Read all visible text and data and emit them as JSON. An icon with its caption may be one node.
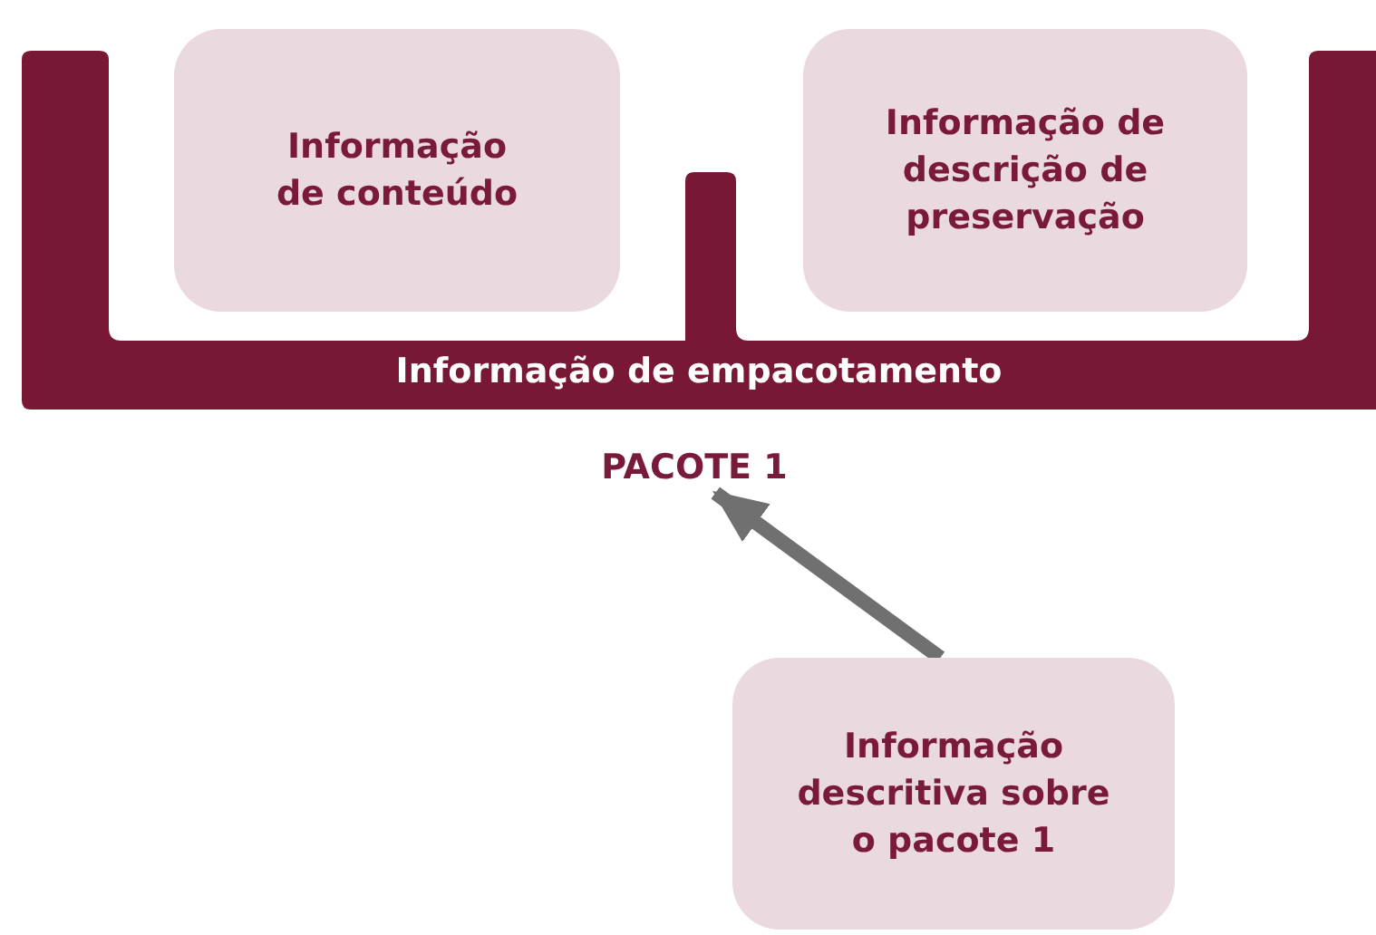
{
  "diagram": {
    "nodes": [
      {
        "text": [
          "Informação de empacotamento"
        ]
      },
      {
        "text": [
          "Informação de conteúdo"
        ]
      },
      {
        "text": [
          "Informação de descrição de preservação"
        ]
      },
      {
        "text": [
          "PACOTE 1"
        ]
      },
      {
        "text": [
          "Informação descritiva sobre o pacote 1"
        ]
      }
    ],
    "edges": [
      {
        "from": 4,
        "to": 3,
        "arrow": "to"
      }
    ]
  }
}
